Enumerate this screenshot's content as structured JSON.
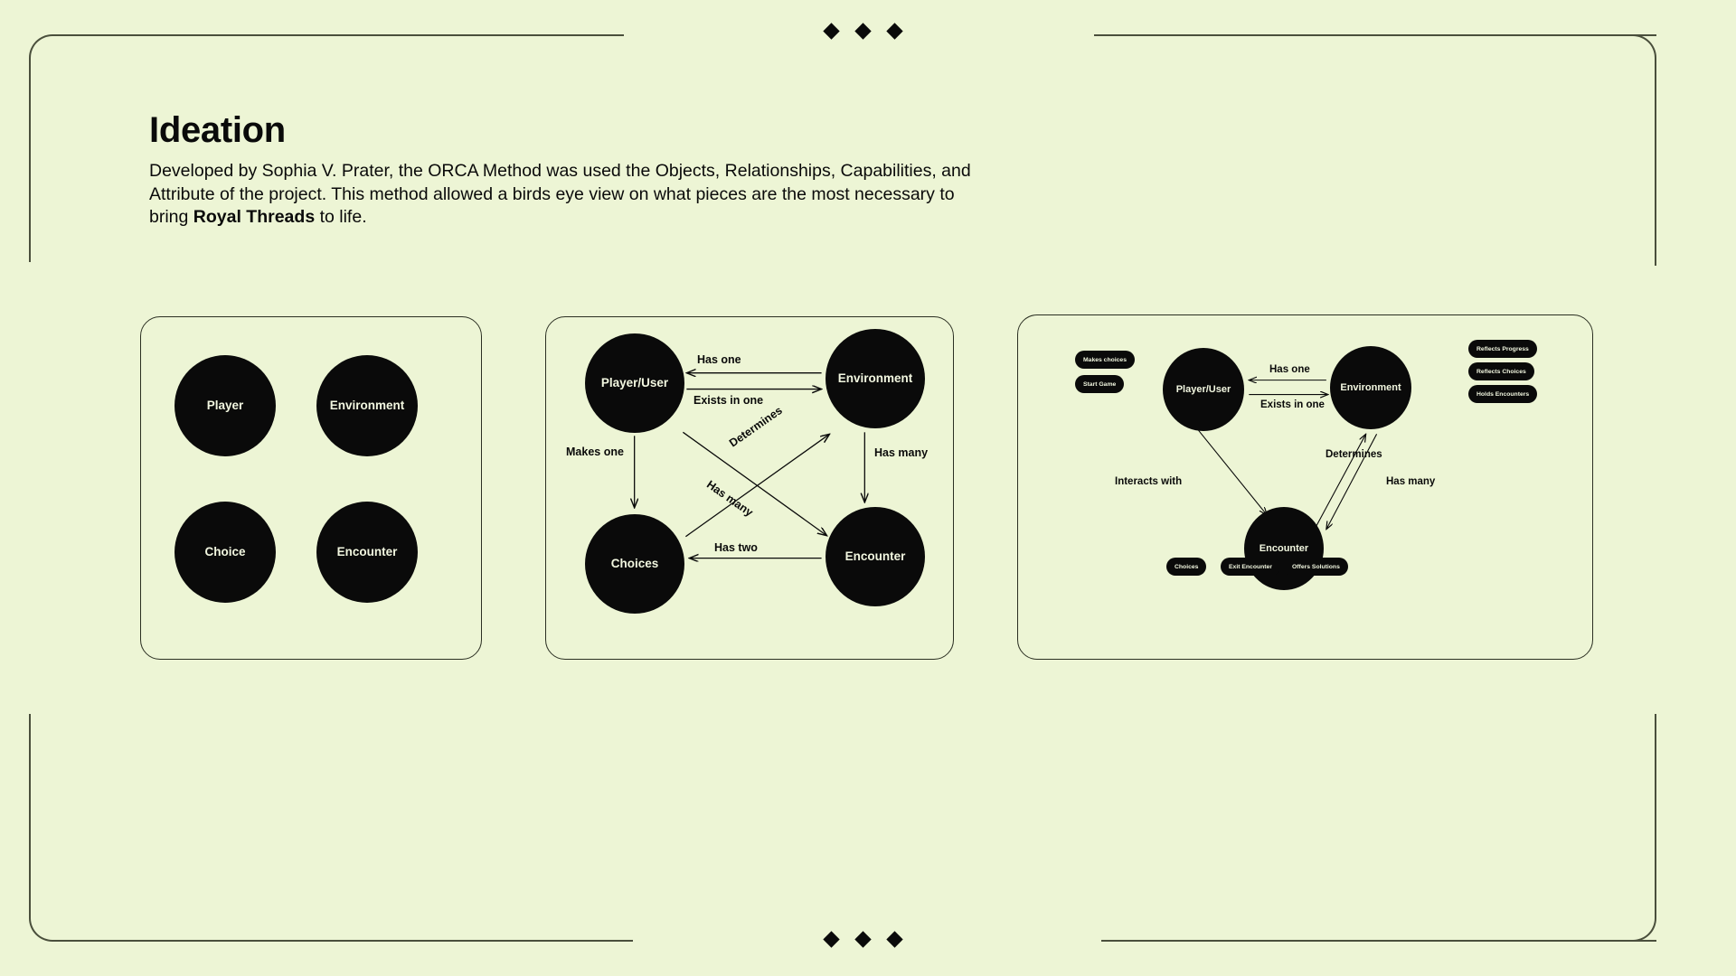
{
  "background_color": "#edf5d5",
  "node_color": "#0a0a0a",
  "frame": {
    "line_color": "#4a4f3c",
    "diamond_icon": "diamond-marker",
    "diamond_count_top": 3,
    "diamond_count_bottom": 3
  },
  "header": {
    "title": "Ideation",
    "description_part1": "Developed by Sophia V. Prater, the ORCA Method was used the Objects, Relationships, Capabilities, and Attribute of the project. This method allowed a birds eye view on what pieces are the most necessary to bring ",
    "description_bold": "Royal Threads",
    "description_part2": " to life."
  },
  "cards": {
    "objects": {
      "name": "objects-diagram",
      "nodes": [
        {
          "id": "player",
          "label": "Player"
        },
        {
          "id": "environment",
          "label": "Environment"
        },
        {
          "id": "choice",
          "label": "Choice"
        },
        {
          "id": "encounter",
          "label": "Encounter"
        }
      ]
    },
    "relationships": {
      "name": "relationships-diagram",
      "nodes": [
        {
          "id": "player-user",
          "label": "Player/User"
        },
        {
          "id": "environment",
          "label": "Environment"
        },
        {
          "id": "choices",
          "label": "Choices"
        },
        {
          "id": "encounter",
          "label": "Encounter"
        }
      ],
      "edges": [
        {
          "id": "env-to-player",
          "label": "Has one",
          "from": "Environment",
          "to": "Player/User"
        },
        {
          "id": "player-to-env",
          "label": "Exists in one",
          "from": "Player/User",
          "to": "Environment"
        },
        {
          "id": "player-to-choices",
          "label": "Makes one",
          "from": "Player/User",
          "to": "Choices"
        },
        {
          "id": "env-to-encounter",
          "label": "Has many",
          "from": "Environment",
          "to": "Encounter"
        },
        {
          "id": "choices-to-env",
          "label": "Determines",
          "from": "Choices",
          "to": "Environment"
        },
        {
          "id": "player-to-encounter",
          "label": "Has many",
          "from": "Player/User",
          "to": "Encounter"
        },
        {
          "id": "encounter-to-choices",
          "label": "Has two",
          "from": "Encounter",
          "to": "Choices"
        }
      ]
    },
    "capabilities": {
      "name": "capabilities-diagram",
      "nodes": [
        {
          "id": "player-user",
          "label": "Player/User"
        },
        {
          "id": "environment",
          "label": "Environment"
        },
        {
          "id": "encounter",
          "label": "Encounter"
        }
      ],
      "edges": [
        {
          "id": "env-to-player",
          "label": "Has one",
          "from": "Environment",
          "to": "Player/User"
        },
        {
          "id": "player-to-env",
          "label": "Exists in one",
          "from": "Player/User",
          "to": "Environment"
        },
        {
          "id": "player-to-encounter",
          "label": "Interacts with",
          "from": "Player/User",
          "to": "Encounter"
        },
        {
          "id": "encounter-to-env",
          "label": "Determines",
          "from": "Encounter",
          "to": "Environment"
        },
        {
          "id": "env-to-encounter",
          "label": "Has many",
          "from": "Environment",
          "to": "Encounter"
        }
      ],
      "pills": {
        "player": [
          "Makes choices",
          "Start Game"
        ],
        "environment": [
          "Reflects Progress",
          "Reflects Choices",
          "Holds Encounters"
        ],
        "encounter": [
          "Choices",
          "Exit Encounter",
          "Offers Solutions"
        ]
      }
    }
  }
}
